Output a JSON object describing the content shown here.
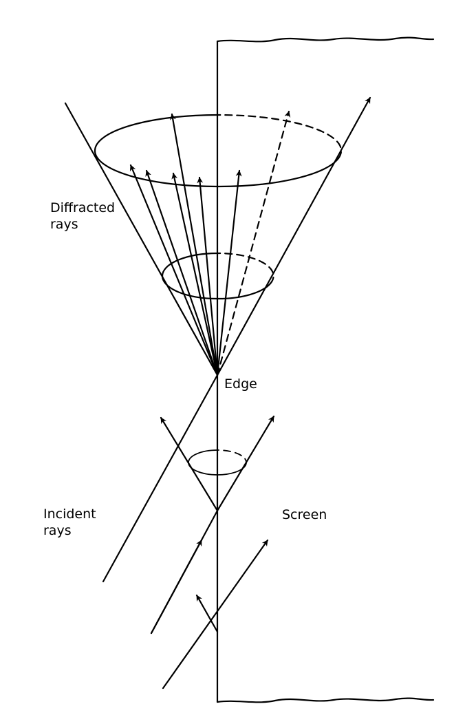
{
  "labels": {
    "diffracted": [
      "Diffracted",
      "rays"
    ],
    "edge": "Edge",
    "incident": [
      "Incident",
      "rays"
    ],
    "screen": "Screen"
  },
  "colors": {
    "ink": "#000000",
    "paper": "#ffffff"
  }
}
